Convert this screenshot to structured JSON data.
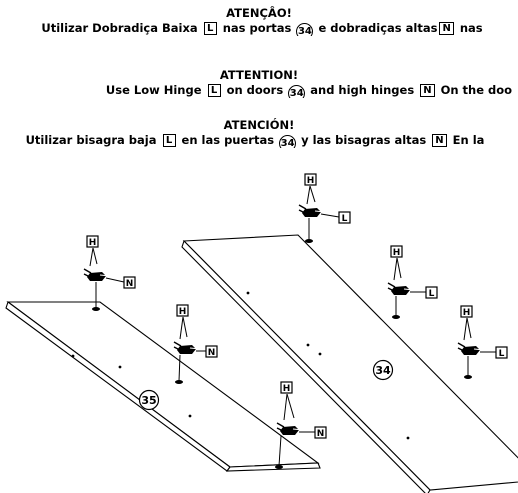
{
  "notices": [
    {
      "id": "pt",
      "heading": "ATENÇÂO!",
      "text_1": "Utilizar Dobradiça Baixa",
      "code_1": "L",
      "text_2": "nas portas",
      "part_1": "34",
      "text_3": "e dobradiças altas",
      "code_2": "N",
      "text_4": "nas"
    },
    {
      "id": "en",
      "heading": "ATTENTION!",
      "text_1": "Use Low Hinge",
      "code_1": "L",
      "text_2": "on doors",
      "part_1": "34",
      "text_3": "and high hinges",
      "code_2": "N",
      "text_4": "On the doo"
    },
    {
      "id": "es",
      "heading": "ATENCIÓN!",
      "text_1": "Utilizar bisagra baja",
      "code_1": "L",
      "text_2": "en las puertas",
      "part_1": "34",
      "text_3": "y las bisagras altas",
      "code_2": "N",
      "text_4": "En la"
    }
  ],
  "diagram": {
    "doors": [
      {
        "number": "35"
      },
      {
        "number": "34"
      }
    ],
    "hinges": [
      {
        "door": "35",
        "top_label": "H",
        "side_label": "N"
      },
      {
        "door": "35",
        "top_label": "H",
        "side_label": "N"
      },
      {
        "door": "35",
        "top_label": "H",
        "side_label": "N"
      },
      {
        "door": "34",
        "top_label": "H",
        "side_label": "L"
      },
      {
        "door": "34",
        "top_label": "H",
        "side_label": "L"
      },
      {
        "door": "34",
        "top_label": "H",
        "side_label": "L"
      }
    ]
  }
}
